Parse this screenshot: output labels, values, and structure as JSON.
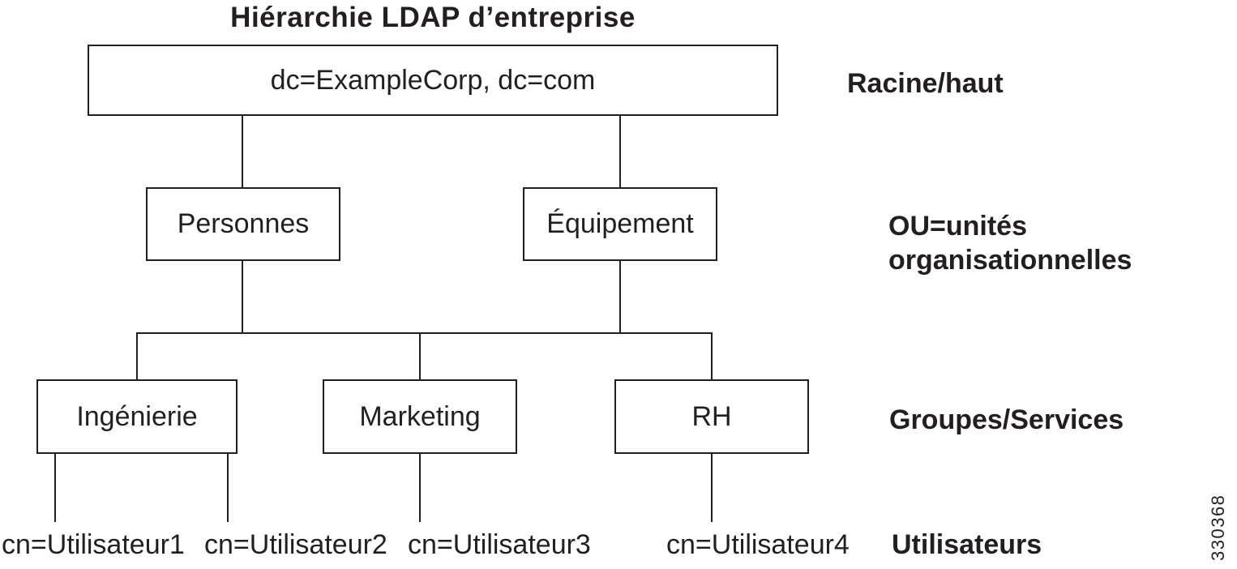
{
  "title": "Hiérarchie LDAP d’entreprise",
  "figure_number": "330368",
  "colors": {
    "ink": "#231f20",
    "background": "#ffffff"
  },
  "tree": {
    "root": {
      "label": "dc=ExampleCorp, dc=com"
    },
    "ou": [
      {
        "label": "Personnes"
      },
      {
        "label": "Équipement"
      }
    ],
    "groups": [
      {
        "label": "Ingénierie"
      },
      {
        "label": "Marketing"
      },
      {
        "label": "RH"
      }
    ],
    "users": [
      {
        "label": "cn=Utilisateur1"
      },
      {
        "label": "cn=Utilisateur2"
      },
      {
        "label": "cn=Utilisateur3"
      },
      {
        "label": "cn=Utilisateur4"
      }
    ]
  },
  "level_labels": {
    "root": "Racine/haut",
    "ou": "OU=unités organisationnelles",
    "groups": "Groupes/Services",
    "users": "Utilisateurs"
  }
}
